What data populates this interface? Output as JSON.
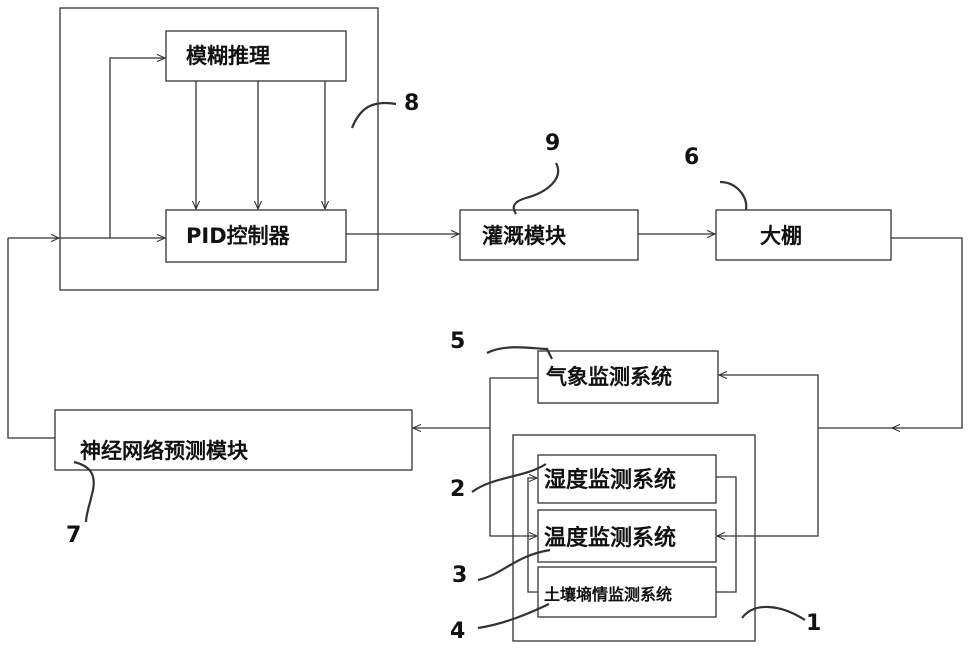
{
  "diagram": {
    "blocks": {
      "fuzzy_reasoning": "模糊推理",
      "pid_controller": "PID控制器",
      "irrigation_module": "灌溉模块",
      "greenhouse": "大棚",
      "weather_monitoring": "气象监测系统",
      "neural_network_prediction": "神经网络预测模块",
      "humidity_monitoring": "湿度监测系统",
      "temperature_monitoring": "温度监测系统",
      "soil_moisture_monitoring": "土壤墒情监测系统"
    },
    "reference_numbers": {
      "n1": "1",
      "n2": "2",
      "n3": "3",
      "n4": "4",
      "n5": "5",
      "n6": "6",
      "n7": "7",
      "n8": "8",
      "n9": "9"
    }
  }
}
